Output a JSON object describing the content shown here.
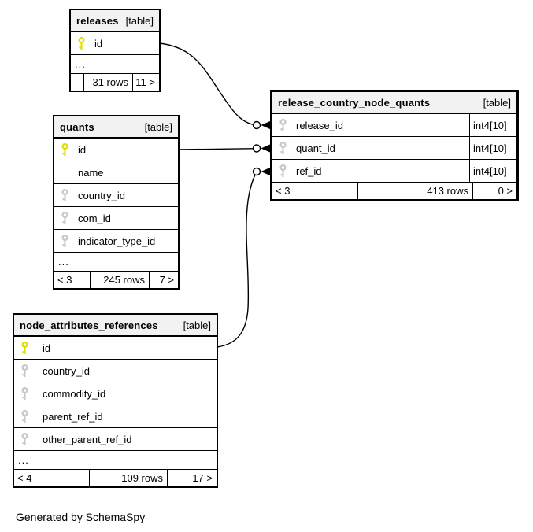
{
  "diagram": {
    "credit": "Generated by SchemaSpy"
  },
  "colors": {
    "primary_key": "#e0e000",
    "foreign_key": "#c8c8c8",
    "header_bg": "#f2f2f2",
    "line": "#000000"
  },
  "tables": [
    {
      "name": "releases",
      "tag": "[table]",
      "columns": [
        {
          "name": "id",
          "key": "primary"
        }
      ],
      "ellipsis": "...",
      "footer": {
        "parents": "",
        "rows": "31 rows",
        "children": "11 >"
      }
    },
    {
      "name": "quants",
      "tag": "[table]",
      "columns": [
        {
          "name": "id",
          "key": "primary"
        },
        {
          "name": "name",
          "key": "none"
        },
        {
          "name": "country_id",
          "key": "foreign"
        },
        {
          "name": "com_id",
          "key": "foreign"
        },
        {
          "name": "indicator_type_id",
          "key": "foreign"
        }
      ],
      "ellipsis": "...",
      "footer": {
        "parents": "< 3",
        "rows": "245 rows",
        "children": "7 >"
      }
    },
    {
      "name": "release_country_node_quants",
      "tag": "[table]",
      "columns": [
        {
          "name": "release_id",
          "type": "int4[10]",
          "key": "foreign"
        },
        {
          "name": "quant_id",
          "type": "int4[10]",
          "key": "foreign"
        },
        {
          "name": "ref_id",
          "type": "int4[10]",
          "key": "foreign"
        }
      ],
      "footer": {
        "parents": "< 3",
        "rows": "413 rows",
        "children": "0 >"
      }
    },
    {
      "name": "node_attributes_references",
      "tag": "[table]",
      "columns": [
        {
          "name": "id",
          "key": "primary"
        },
        {
          "name": "country_id",
          "key": "foreign"
        },
        {
          "name": "commodity_id",
          "key": "foreign"
        },
        {
          "name": "parent_ref_id",
          "key": "foreign"
        },
        {
          "name": "other_parent_ref_id",
          "key": "foreign"
        }
      ],
      "ellipsis": "...",
      "footer": {
        "parents": "< 4",
        "rows": "109 rows",
        "children": "17 >"
      }
    }
  ],
  "relationships": [
    {
      "from": "releases.id",
      "to": "release_country_node_quants.release_id"
    },
    {
      "from": "quants.id",
      "to": "release_country_node_quants.quant_id"
    },
    {
      "from": "node_attributes_references.id",
      "to": "release_country_node_quants.ref_id"
    }
  ]
}
